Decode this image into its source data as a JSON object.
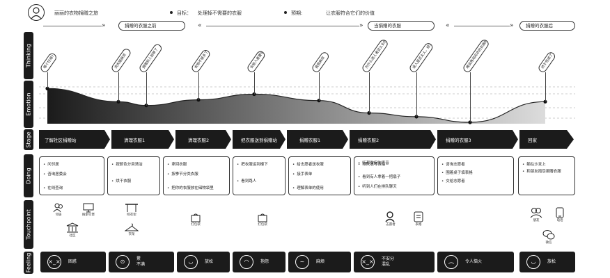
{
  "header": {
    "journey_title": "丽丽的衣物捐赠之旅",
    "goal_label": "目标：",
    "goal_text": "处理掉不需要的衣服",
    "expect_label": "预期:",
    "expect_text": "让衣服符合它们的价值"
  },
  "phases": [
    "捐赠的衣服之前",
    "当捐赠的衣服",
    "捐赠的衣服后"
  ],
  "side_labels": [
    "Thinking",
    "Emotion",
    "Stage",
    "Doing",
    "Touchpoint",
    "Feeling"
  ],
  "thinking": [
    "哪个好用?",
    "洗衣服麻烦",
    "捐赠别人就够了",
    "衣物不够多了",
    "衣柜入者要得",
    "我很麻烦",
    "为什么送人者这么长的吗",
    "送人是否太人，给怎么选择",
    "难说等闲间衣的衣服呢",
    "终于完成了!"
  ],
  "emotion": {
    "values": [
      0.9,
      0.55,
      0.45,
      0.6,
      0.75,
      0.58,
      0.25,
      0.15,
      0.0,
      0.55
    ],
    "range": [
      0,
      1
    ]
  },
  "stages": [
    "了解社区捐赠站",
    "清理衣服1",
    "清理衣服2",
    "把衣服送到捐赠站",
    "捐赠衣服1",
    "捐赠衣服2",
    "捐赠的衣服3",
    "回家"
  ],
  "doing": [
    [
      "问邻居",
      "咨询居委会",
      "在线查询"
    ],
    [
      "按颜色分类清洁",
      "烘干衣服"
    ],
    [
      "拿回衣服",
      "按季节分类衣服",
      "把你的衣服放在储物袋里"
    ],
    [
      "把衣服运到楼下",
      "看到路人"
    ],
    [
      "给志愿者送衣服",
      "接手表单",
      "理解表单的使用"
    ],
    [
      "排队填写表格",
      "看到有人拿着一把扇子",
      "听到人们在排队聊天",
      "听都微促的声音"
    ],
    [
      "咨询志愿者",
      "围着桌子填表格",
      "交给志愿者"
    ],
    [
      "躺在沙发上",
      "和朋友抱怨捐赠衣服"
    ]
  ],
  "touchpoints": [
    {
      "icon": "people-icon",
      "label": "邻居"
    },
    {
      "icon": "computer-icon",
      "label": "搜索引擎"
    },
    {
      "icon": "building-icon",
      "label": "社区"
    },
    {
      "icon": "rack-icon",
      "label": "晾衣架"
    },
    {
      "icon": "hanger-icon",
      "label": "衣架"
    },
    {
      "icon": "bag-icon",
      "label": "打包袋"
    },
    {
      "icon": "bag-icon",
      "label": "打包袋"
    },
    {
      "icon": "volunteer-icon",
      "label": "志愿者"
    },
    {
      "icon": "form-icon",
      "label": "表格"
    },
    {
      "icon": "friends-icon",
      "label": "朋友"
    },
    {
      "icon": "phone-icon",
      "label": "电话"
    },
    {
      "icon": "chat-icon",
      "label": "微信"
    }
  ],
  "feelings": [
    {
      "label": "困惑",
      "face": "×_×"
    },
    {
      "label": "累",
      "label2": "不满",
      "face": "⊙"
    },
    {
      "label": "放松",
      "face": "◡"
    },
    {
      "label": "抱怨",
      "face": "◠"
    },
    {
      "label": "麻烦",
      "face": "~"
    },
    {
      "label": "不安分",
      "label2": "混乱",
      "face": "×_×"
    },
    {
      "label": "令人恼火",
      "face": "︵"
    },
    {
      "label": "放松",
      "face": "◡"
    }
  ]
}
